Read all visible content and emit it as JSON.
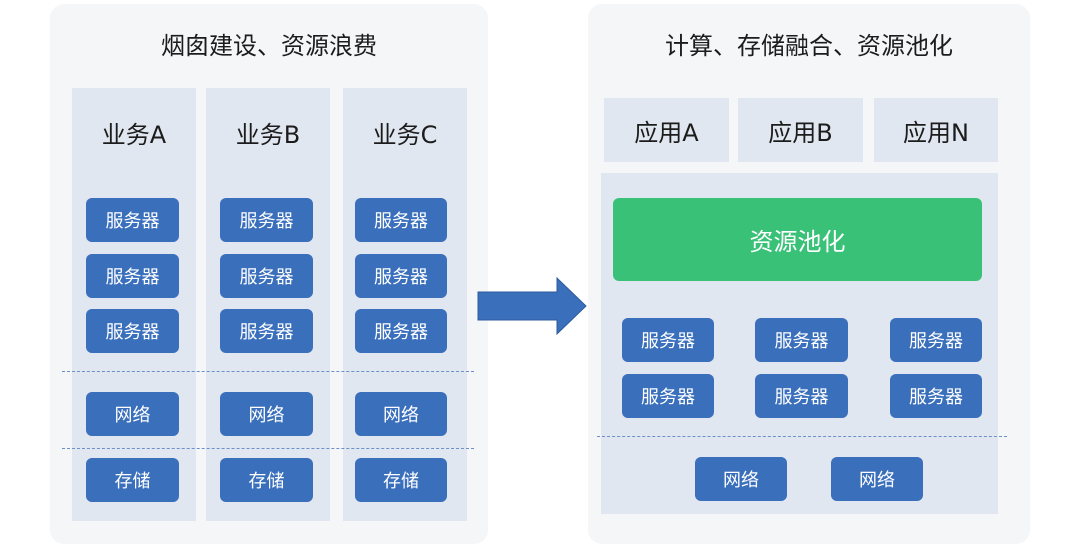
{
  "left": {
    "title": "烟囱建设、资源浪费",
    "columns": [
      {
        "label": "业务A",
        "servers": [
          "服务器",
          "服务器",
          "服务器"
        ],
        "network": "网络",
        "storage": "存储"
      },
      {
        "label": "业务B",
        "servers": [
          "服务器",
          "服务器",
          "服务器"
        ],
        "network": "网络",
        "storage": "存储"
      },
      {
        "label": "业务C",
        "servers": [
          "服务器",
          "服务器",
          "服务器"
        ],
        "network": "网络",
        "storage": "存储"
      }
    ]
  },
  "right": {
    "title": "计算、存储融合、资源池化",
    "apps": [
      "应用A",
      "应用B",
      "应用N"
    ],
    "pool_label": "资源池化",
    "servers_row1": [
      "服务器",
      "服务器",
      "服务器"
    ],
    "servers_row2": [
      "服务器",
      "服务器",
      "服务器"
    ],
    "networks": [
      "网络",
      "网络"
    ]
  },
  "colors": {
    "chip": "#3a6fbc",
    "pool": "#3ac178",
    "column_bg": "#e1e7f0",
    "panel_bg": "#f5f6f8",
    "arrow": "#3a6fbc"
  }
}
